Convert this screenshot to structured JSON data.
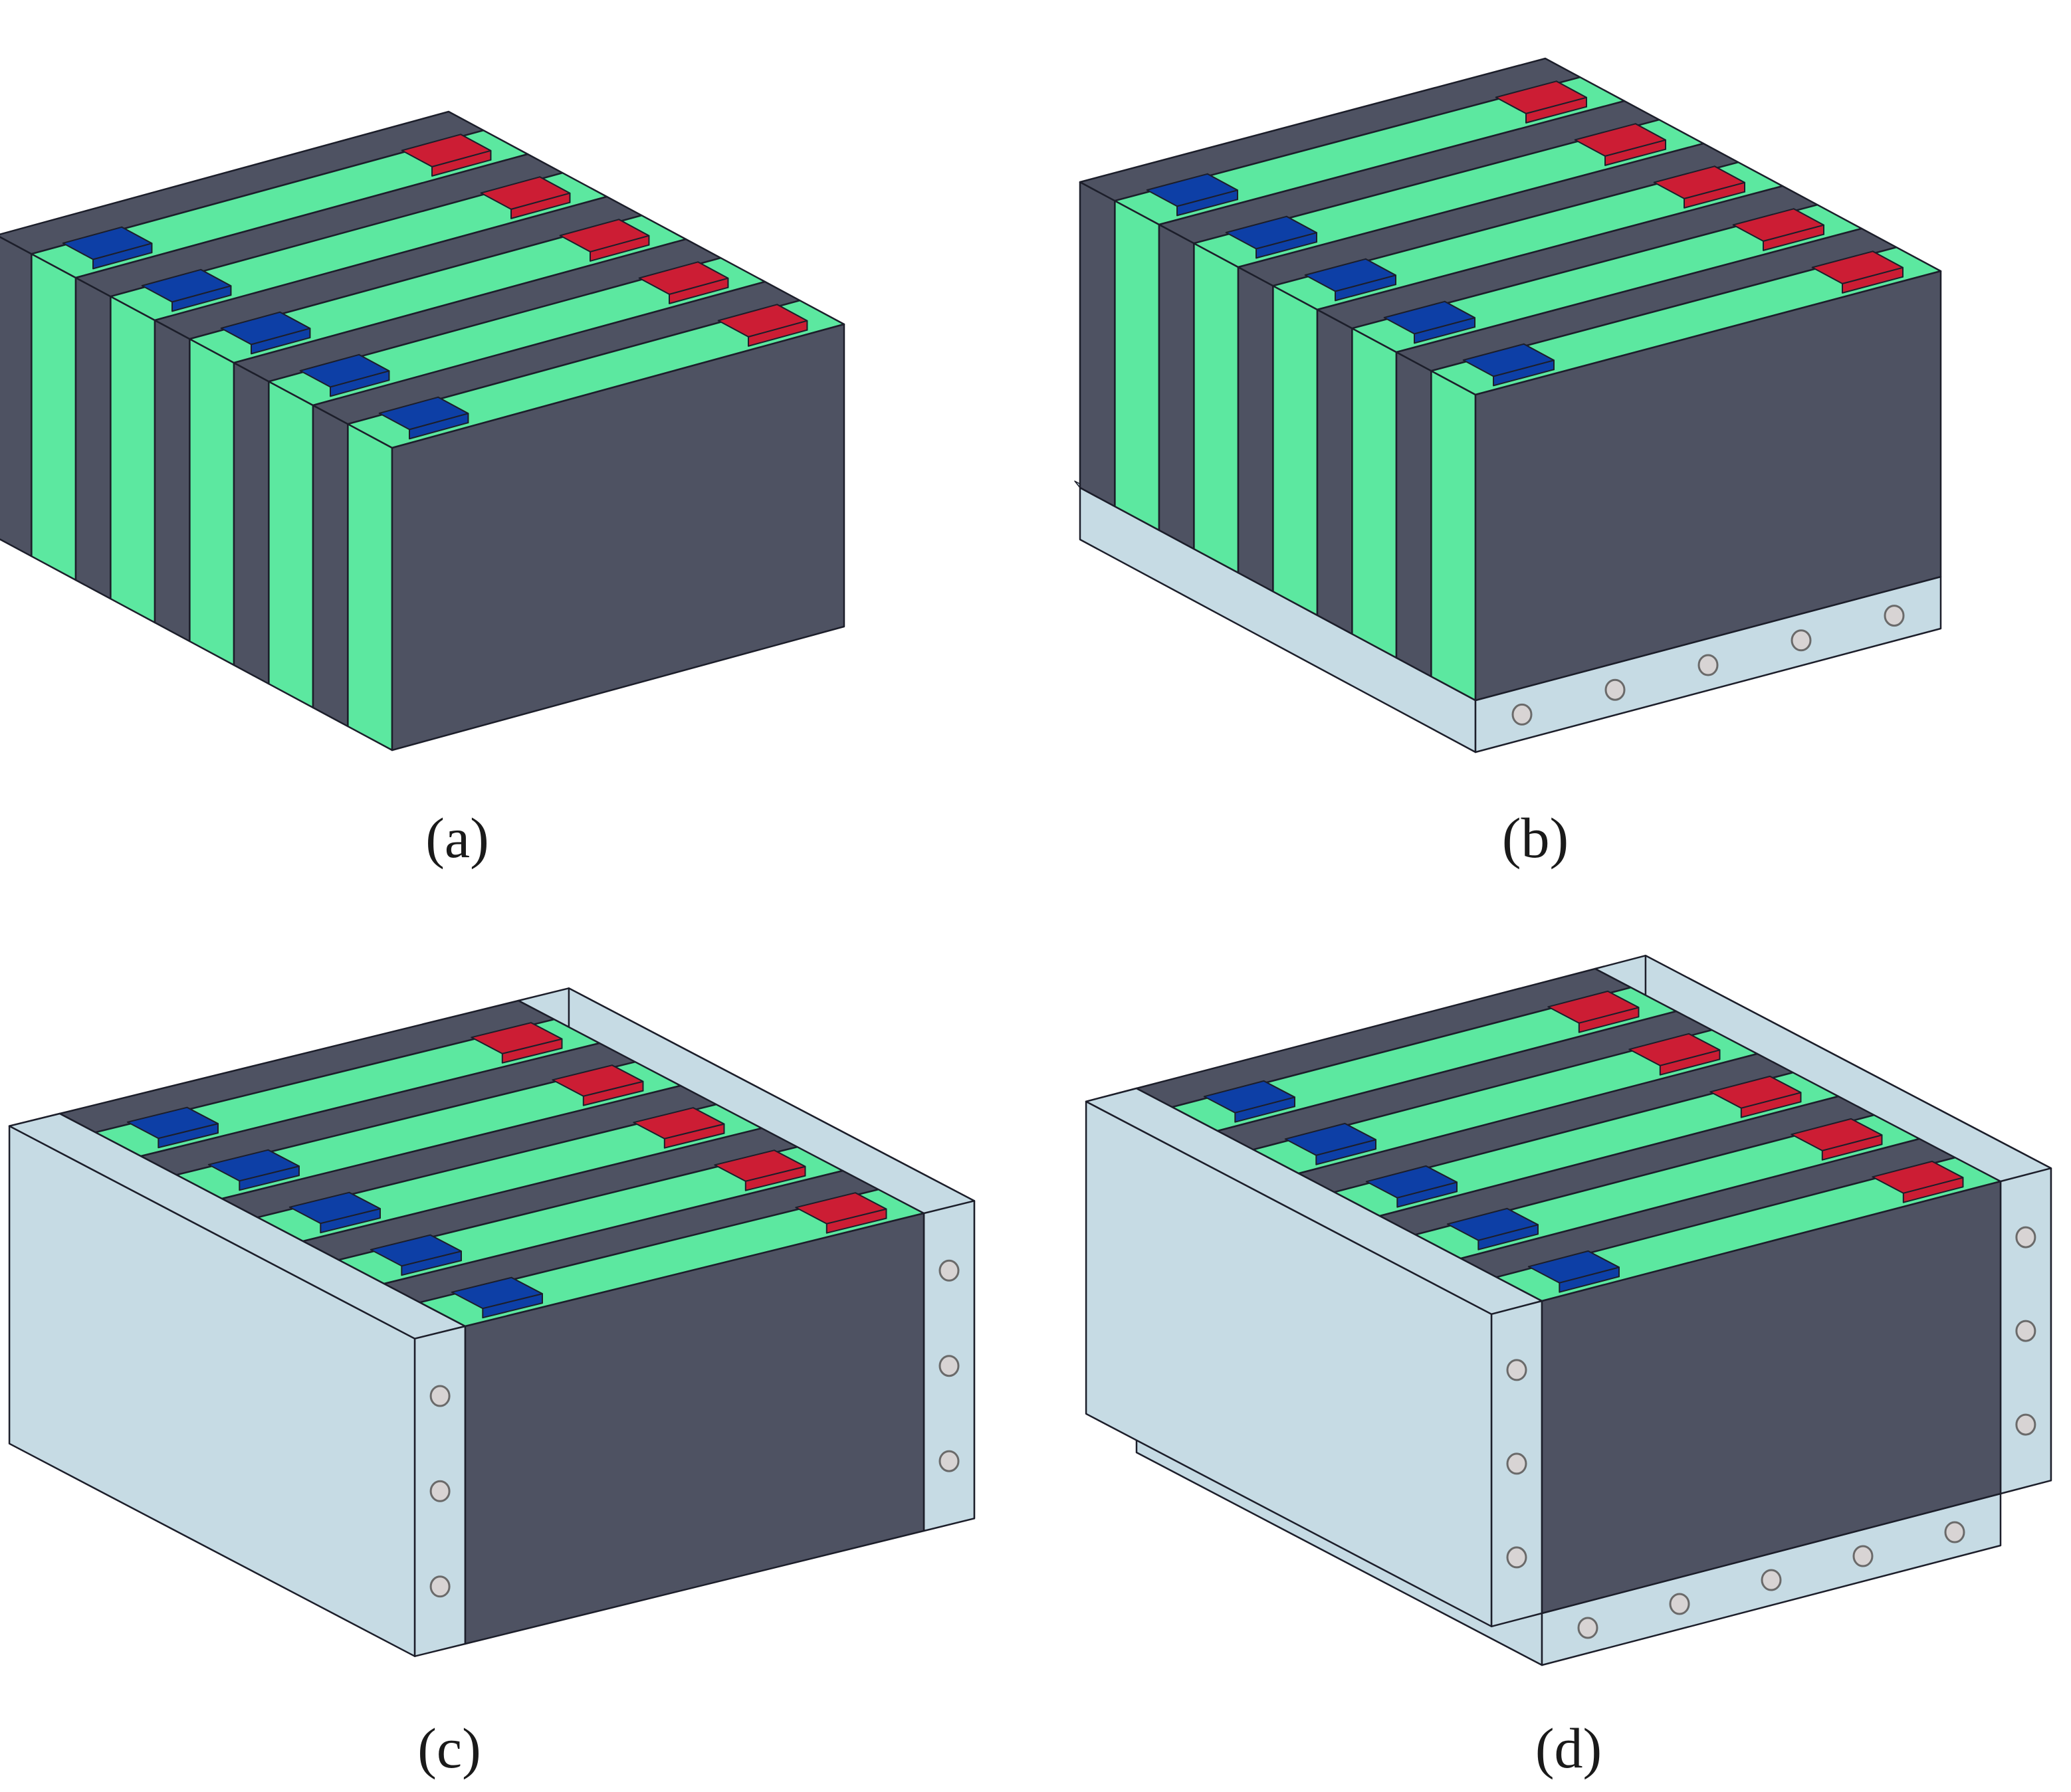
{
  "colors": {
    "cell_face": "#4e5262",
    "cell_green": "#5ce8a0",
    "negative_terminal": "#0d3fa6",
    "positive_terminal": "#cc1d34",
    "housing": "#c6dbe4",
    "outline": "#1c1e2a"
  },
  "panels": [
    {
      "id": "a",
      "caption": "(a)",
      "bottom_plate": false,
      "side_plates": false
    },
    {
      "id": "b",
      "caption": "(b)",
      "bottom_plate": true,
      "side_plates": false
    },
    {
      "id": "c",
      "caption": "(c)",
      "bottom_plate": false,
      "side_plates": true
    },
    {
      "id": "d",
      "caption": "(d)",
      "bottom_plate": true,
      "side_plates": true
    }
  ]
}
